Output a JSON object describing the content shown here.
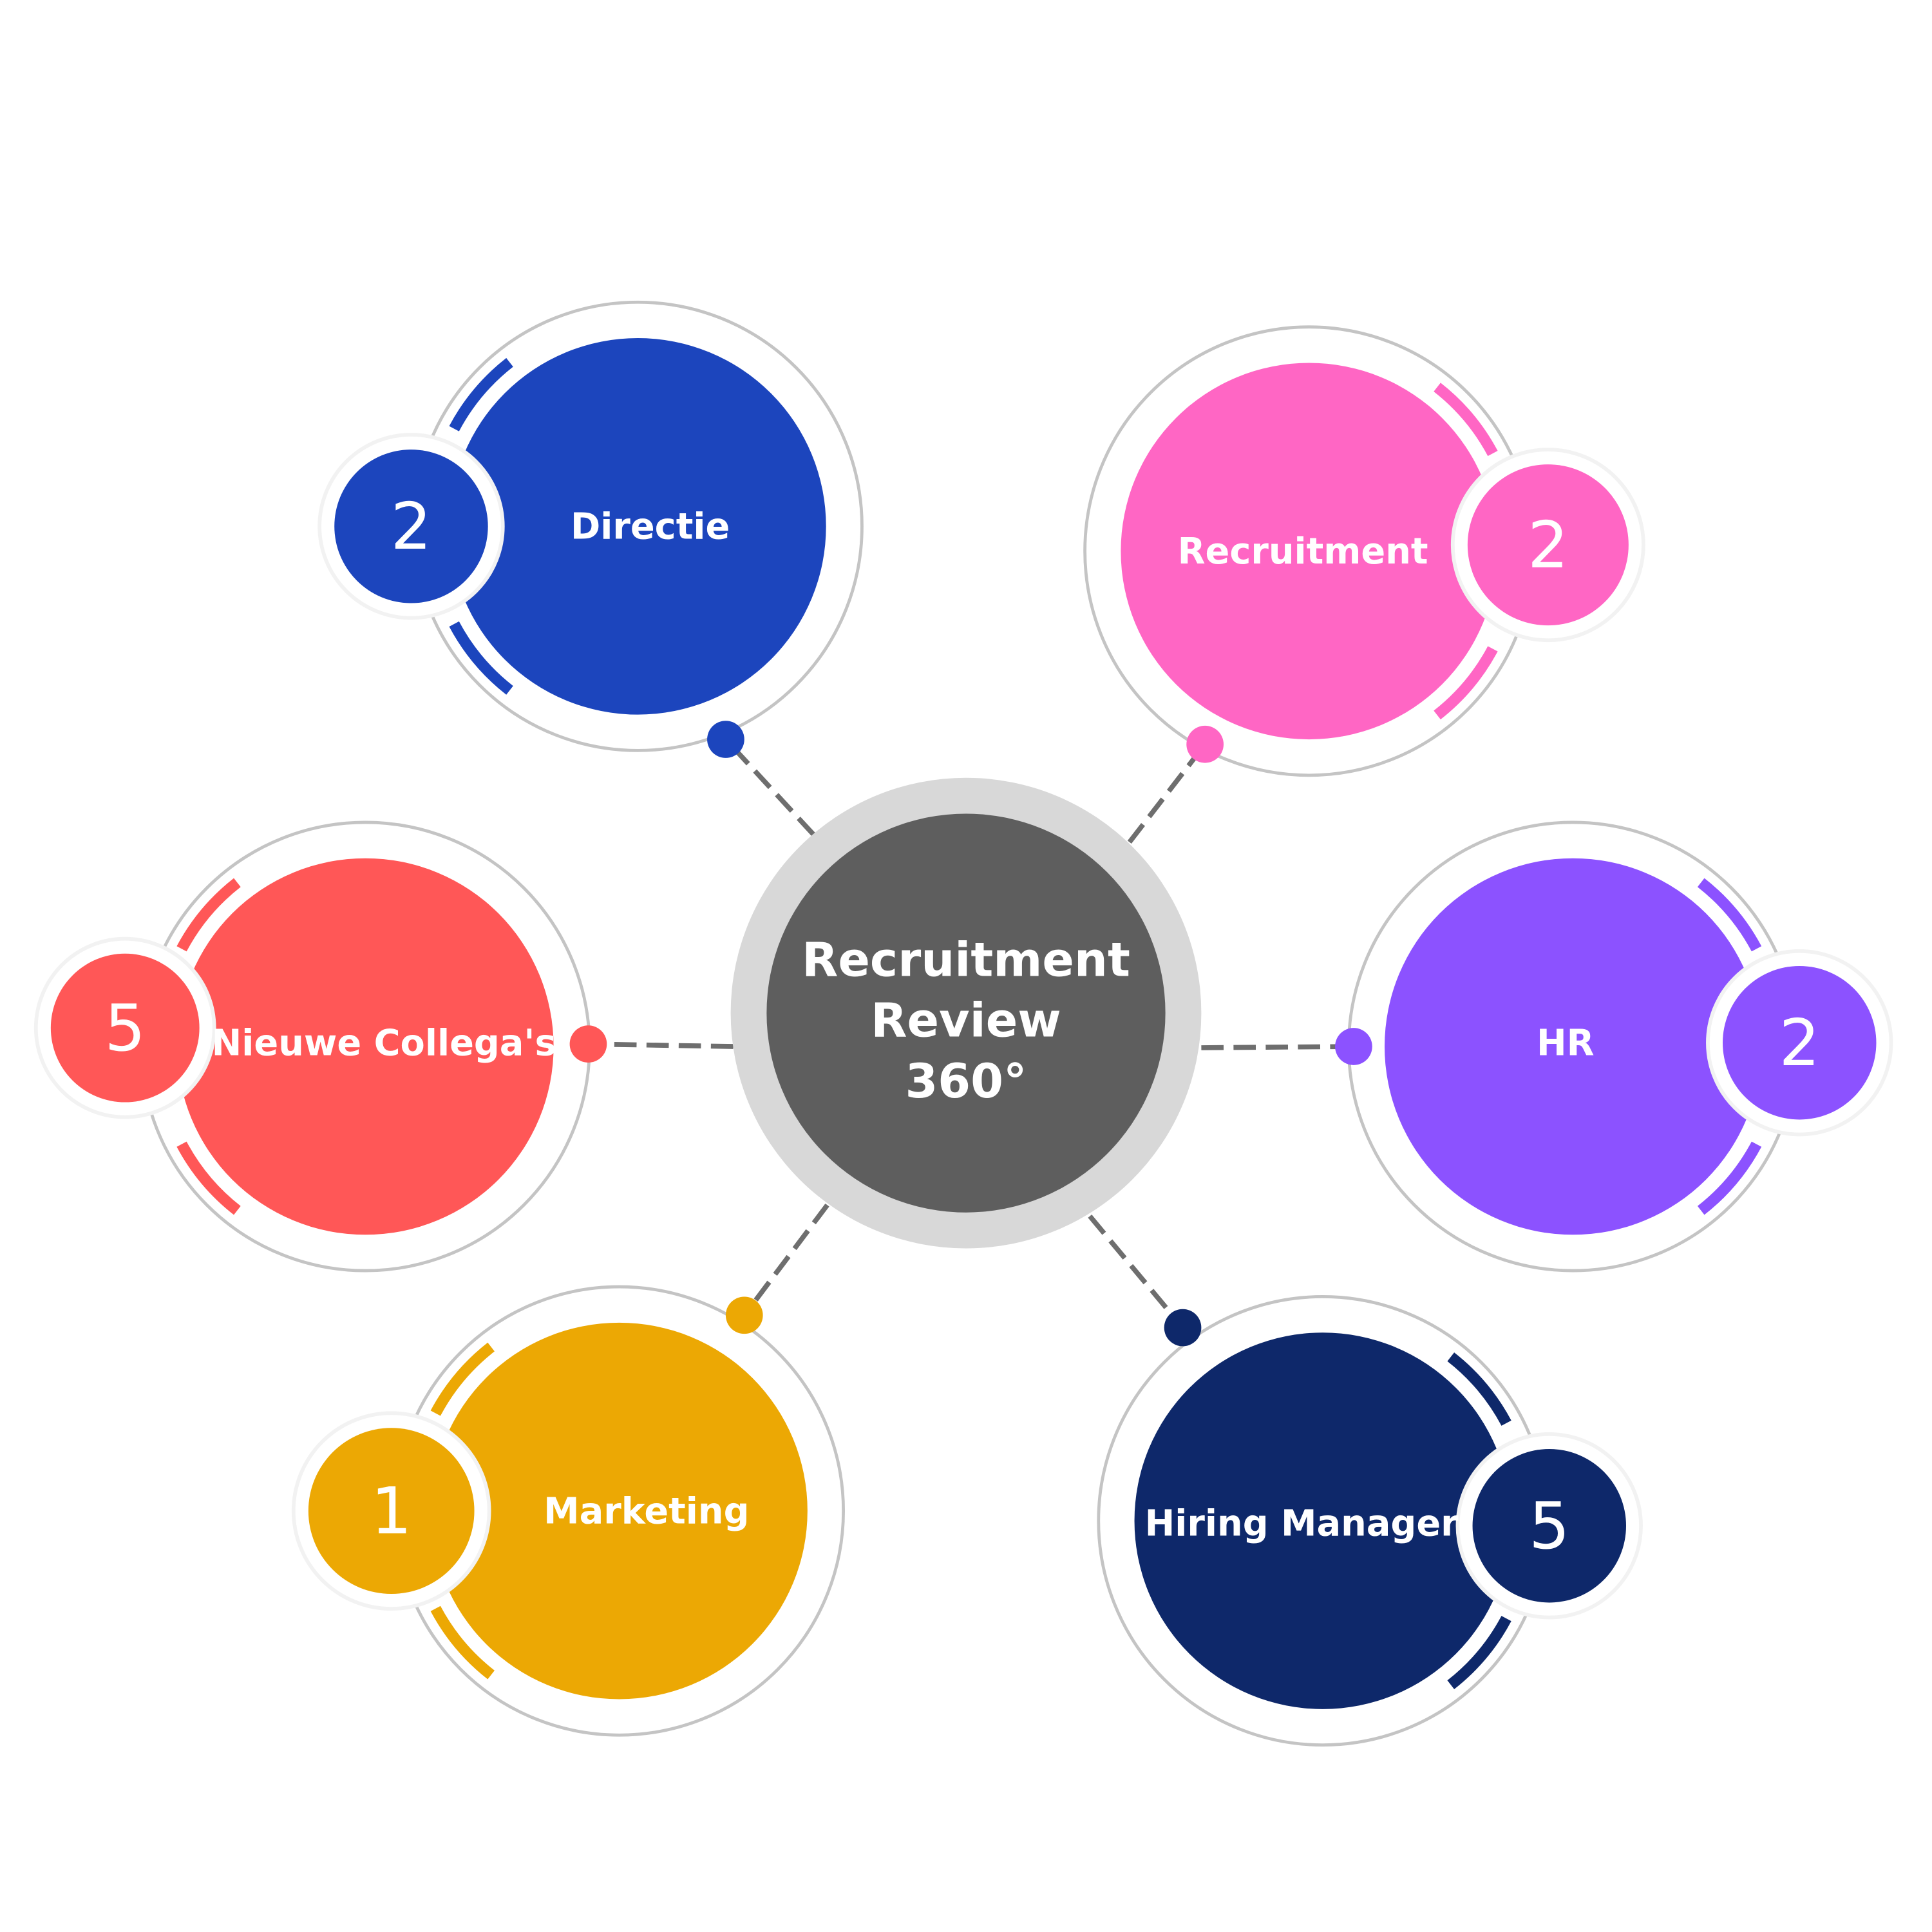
{
  "center": {
    "line1": "Recruitment",
    "line2": "Review",
    "line3": "360°",
    "ring_color": "#d8d8d8",
    "fill_color": "#5e5e5e"
  },
  "connector_color": "#6e6e6e",
  "nodes": [
    {
      "label": "Directie",
      "count": "2",
      "color": "#1c45bd"
    },
    {
      "label": "Recruitment",
      "count": "2",
      "color": "#ff66c4"
    },
    {
      "label": "HR",
      "count": "2",
      "color": "#8c52ff"
    },
    {
      "label": "Nieuwe Collega's",
      "count": "5",
      "color": "#ff5757"
    },
    {
      "label": "Marketing",
      "count": "1",
      "color": "#eca804"
    },
    {
      "label": "Hiring Manager",
      "count": "5",
      "color": "#0e286a"
    }
  ]
}
